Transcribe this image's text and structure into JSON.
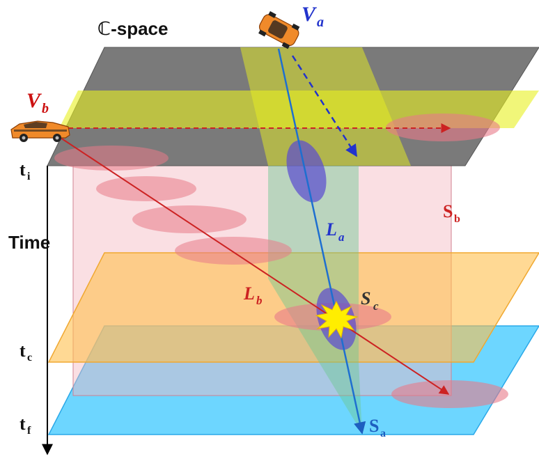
{
  "labels": {
    "cspace": "ℂ-space",
    "time": "Time",
    "t_i": "t",
    "t_i_sub": "i",
    "t_c": "t",
    "t_c_sub": "c",
    "t_f": "t",
    "t_f_sub": "f",
    "v_a": "V",
    "v_a_sub": "a",
    "v_b": "V",
    "v_b_sub": "b",
    "l_a": "L",
    "l_a_sub": "a",
    "l_b": "L",
    "l_b_sub": "b",
    "s_a": "S",
    "s_a_sub": "a",
    "s_b": "S",
    "s_b_sub": "b",
    "s_c": "S",
    "s_c_sub": "c"
  },
  "colors": {
    "vehicle_a": "#2233cc",
    "vehicle_b": "#cc1111",
    "trajectory_a": "#1e6fd0",
    "trajectory_b": "#cc2222",
    "collision": "#ffee00",
    "plane_top": "#7a7a7a",
    "plane_mid": "#ffc04d",
    "plane_bottom": "#3cc8ff",
    "time_volume": "#f5b8c0"
  },
  "icons": {
    "vehicle_a": "car-icon",
    "vehicle_b": "car-icon",
    "collision": "collision-burst-icon"
  }
}
